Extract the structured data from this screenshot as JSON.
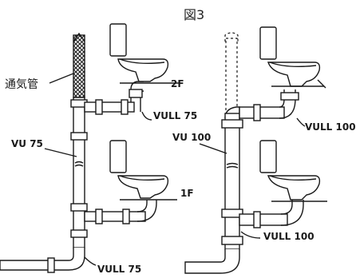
{
  "title": "図3",
  "labels": {
    "vent_pipe": "通気管",
    "left_vertical": "VU 75",
    "left_branch_2f": "VULL 75",
    "floor_2f": "2F",
    "floor_1f": "1F",
    "left_bottom": "VULL 75",
    "right_vertical": "VU 100",
    "right_branch_2f": "VULL 100",
    "right_branch_1f": "VULL 100"
  }
}
